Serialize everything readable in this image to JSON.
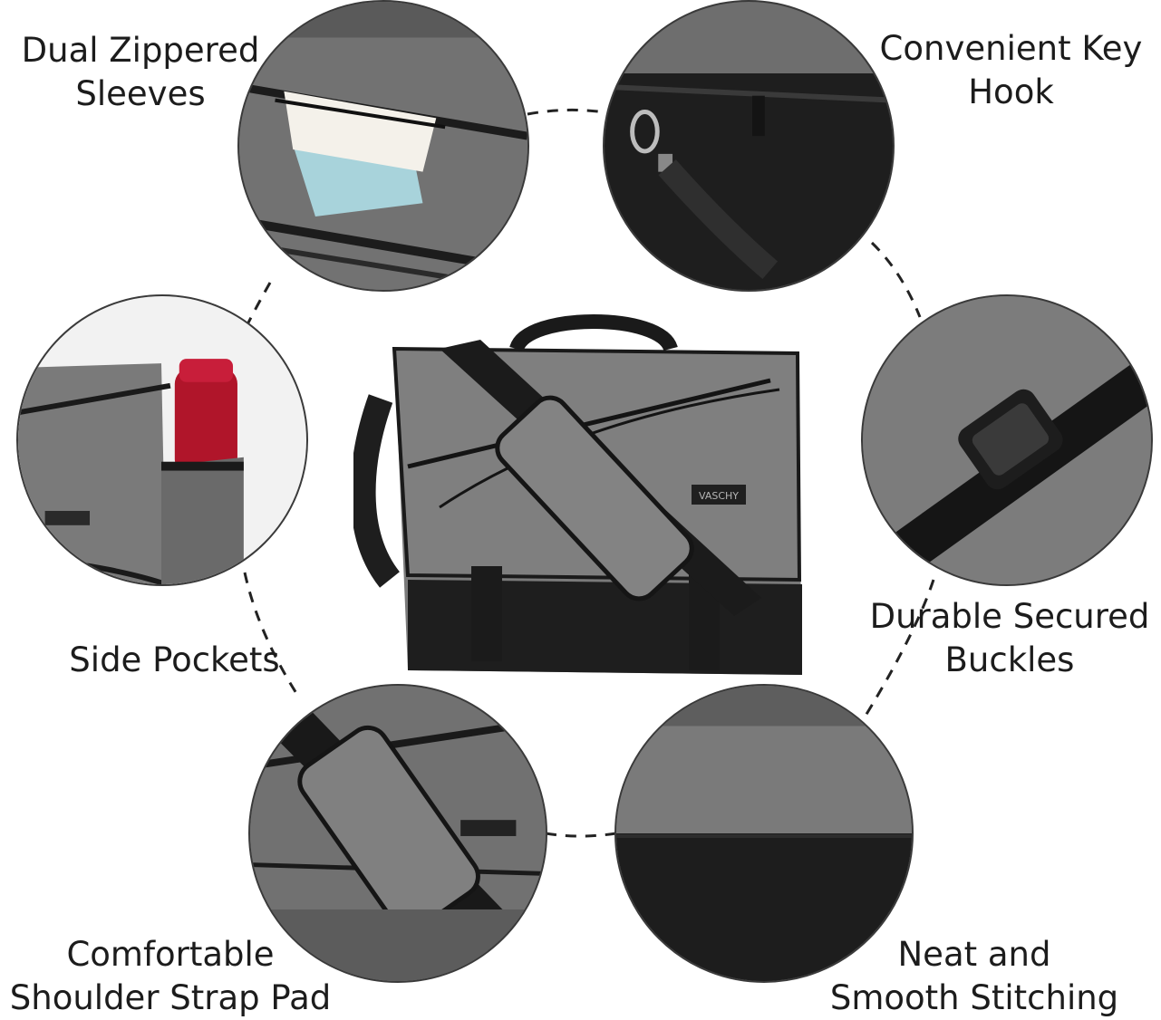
{
  "features": {
    "top_left": {
      "line1": "Dual Zippered",
      "line2": "Sleeves"
    },
    "top_right": {
      "line1": "Convenient Key",
      "line2": "Hook"
    },
    "middle_left": {
      "line1": "Side Pockets"
    },
    "middle_right": {
      "line1": "Durable Secured",
      "line2": "Buckles"
    },
    "bottom_left": {
      "line1": "Comfortable",
      "line2": "Shoulder Strap Pad"
    },
    "bottom_right": {
      "line1": "Neat and",
      "line2": "Smooth Stitching"
    }
  },
  "brand_label": "VASCHY",
  "colors": {
    "fabric_gray": "#7a7a7a",
    "fabric_dark": "#5c5c5c",
    "trim_black": "#1e1e1e",
    "bottle_red": "#b0152a",
    "dash": "#222222"
  }
}
